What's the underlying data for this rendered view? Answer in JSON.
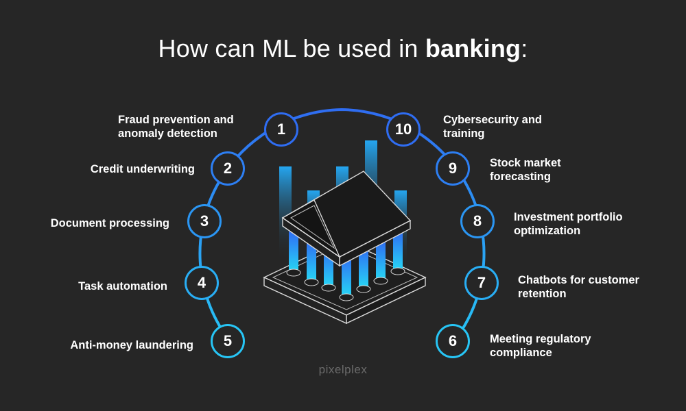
{
  "title": {
    "prefix": "How can ML be used in ",
    "emphasis": "banking",
    "suffix": ":"
  },
  "items": [
    {
      "number": "1",
      "label_line1": "Fraud prevention and",
      "label_line2": "anomaly detection"
    },
    {
      "number": "2",
      "label_line1": "Credit underwriting",
      "label_line2": ""
    },
    {
      "number": "3",
      "label_line1": "Document processing",
      "label_line2": ""
    },
    {
      "number": "4",
      "label_line1": "Task automation",
      "label_line2": ""
    },
    {
      "number": "5",
      "label_line1": "Anti-money laundering",
      "label_line2": ""
    },
    {
      "number": "6",
      "label_line1": "Meeting regulatory",
      "label_line2": "compliance"
    },
    {
      "number": "7",
      "label_line1": "Chatbots for customer",
      "label_line2": "retention"
    },
    {
      "number": "8",
      "label_line1": "Investment portfolio",
      "label_line2": "optimization"
    },
    {
      "number": "9",
      "label_line1": "Stock market",
      "label_line2": "forecasting"
    },
    {
      "number": "10",
      "label_line1": "Cybersecurity and",
      "label_line2": "training"
    }
  ],
  "logo": "pixelplex",
  "colors": {
    "background": "#262626",
    "arc_top": "#2f6df2",
    "arc_bottom": "#27c5f5",
    "text": "#ffffff"
  },
  "icons": {
    "center": "bank-building-with-chart-bars-icon"
  }
}
